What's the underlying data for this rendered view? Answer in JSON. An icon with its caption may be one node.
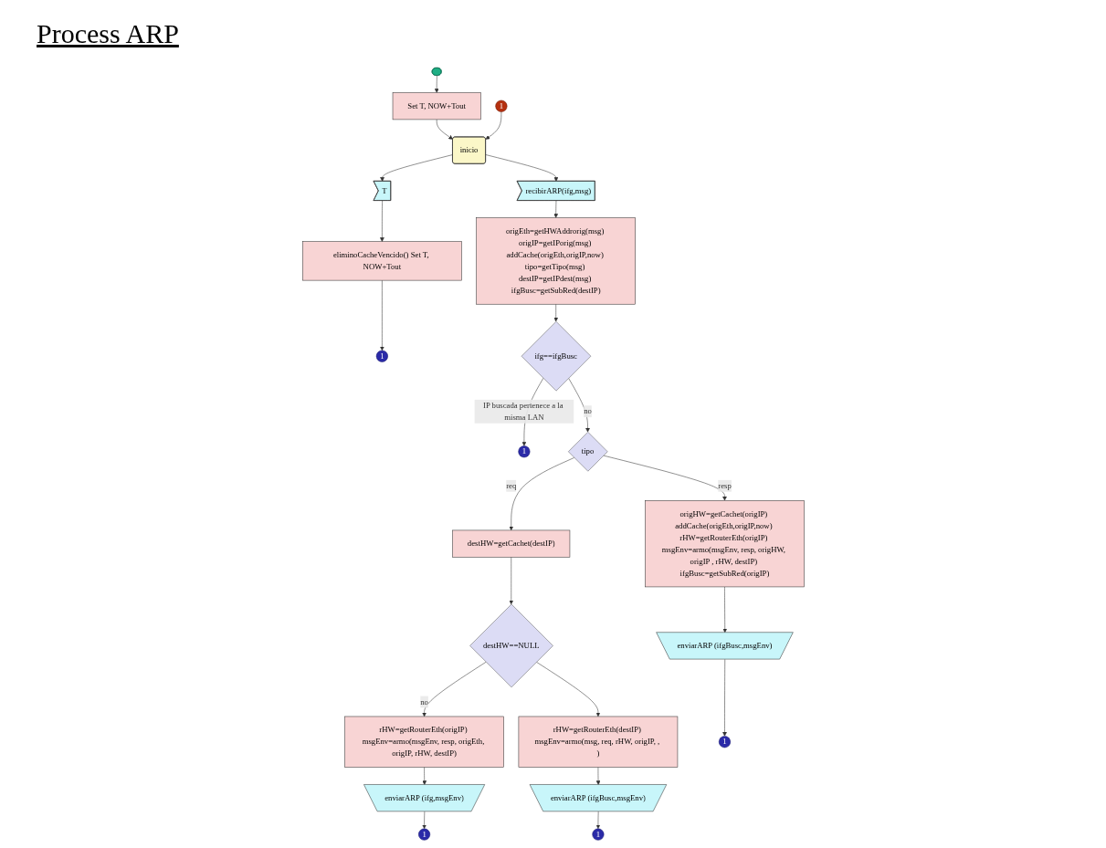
{
  "diagram": {
    "title": "Process ARP",
    "nodes": [
      {
        "text": [],
        "shape": "ellipse"
      },
      {
        "text": [
          "Set T, NOW+Tout"
        ]
      },
      {
        "text": [
          "1"
        ]
      },
      {
        "text": [
          "inicio"
        ]
      },
      {
        "text": [
          "T"
        ]
      },
      {
        "text": [
          "eliminoCacheVencido() Set T, NOW+Tout"
        ]
      },
      {
        "text": [
          "1"
        ]
      },
      {
        "text": [
          "recibirARP(ifg,msg)"
        ]
      },
      {
        "text": [
          "origEth=getHWAddrorig(msg) origIP=getIPorig(msg) addCache(origEth,origIP,now) tipo=getTipo(msg) destIP=getIPdest(msg) ifgBusc=getSubRed(destIP)"
        ]
      },
      {
        "text": [
          "ifg==ifgBusc"
        ]
      },
      {
        "text": [
          "1"
        ]
      },
      {
        "text": [
          "tipo"
        ]
      },
      {
        "text": [
          "origHW=getCachet(origIP) addCache(origEth,origIP,now) rHW=getRouterEth(origIP) msgEnv=armo(msgEnv, resp, origHW, origIP , rHW, destIP) ifgBusc=getSubRed(origIP)"
        ]
      },
      {
        "text": [
          "destHW=getCachet(destIP)"
        ]
      },
      {
        "text": [
          "destHW==NULL"
        ]
      },
      {
        "text": [
          "rHW=getRouterEth(origIP) msgEnv=armo(msgEnv, resp, origEth, origIP, rHW, destIP)"
        ]
      },
      {
        "text": [
          "rHW=getRouterEth(destIP) msgEnv=armo(msg, req, rHW, origIP, , )"
        ]
      },
      {
        "text": [
          "enviarARP (ifgBusc,msgEnv)"
        ]
      },
      {
        "text": [
          "1"
        ]
      },
      {
        "text": [
          "enviarARP (ifg,msgEnv)"
        ]
      },
      {
        "text": [
          "1"
        ]
      },
      {
        "text": [
          "enviarARP (ifgBusc,msgEnv)"
        ]
      },
      {
        "text": [
          "1"
        ]
      }
    ],
    "edges": [
      {
        "from": 0,
        "to": 1,
        "arrow": "to"
      },
      {
        "from": 1,
        "to": 3,
        "arrow": "to"
      },
      {
        "from": 2,
        "to": 3,
        "arrow": "to"
      },
      {
        "from": 3,
        "to": 4,
        "arrow": "to"
      },
      {
        "from": 3,
        "to": 7,
        "arrow": "to"
      },
      {
        "from": 4,
        "to": 5,
        "arrow": "to"
      },
      {
        "from": 5,
        "to": 6,
        "arrow": "to"
      },
      {
        "from": 7,
        "to": 8,
        "arrow": "to"
      },
      {
        "from": 8,
        "to": 9,
        "arrow": "to"
      },
      {
        "from": 9,
        "to": 10,
        "arrow": "to",
        "label": "IP buscada pertenece a la misma LAN"
      },
      {
        "from": 9,
        "to": 11,
        "arrow": "to",
        "label": "no"
      },
      {
        "from": 11,
        "to": 12,
        "arrow": "to",
        "label": "resp"
      },
      {
        "from": 11,
        "to": 13,
        "arrow": "to",
        "label": "req"
      },
      {
        "from": 13,
        "to": 14,
        "arrow": "to"
      },
      {
        "from": 14,
        "to": 15,
        "arrow": "to",
        "label": "no"
      },
      {
        "from": 14,
        "to": 16,
        "arrow": "to"
      },
      {
        "from": 12,
        "to": 17,
        "arrow": "to"
      },
      {
        "from": 17,
        "to": 18,
        "arrow": "to"
      },
      {
        "from": 15,
        "to": 19,
        "arrow": "to"
      },
      {
        "from": 19,
        "to": 20,
        "arrow": "to"
      },
      {
        "from": 16,
        "to": 21,
        "arrow": "to"
      },
      {
        "from": 21,
        "to": 22,
        "arrow": "to"
      }
    ]
  }
}
